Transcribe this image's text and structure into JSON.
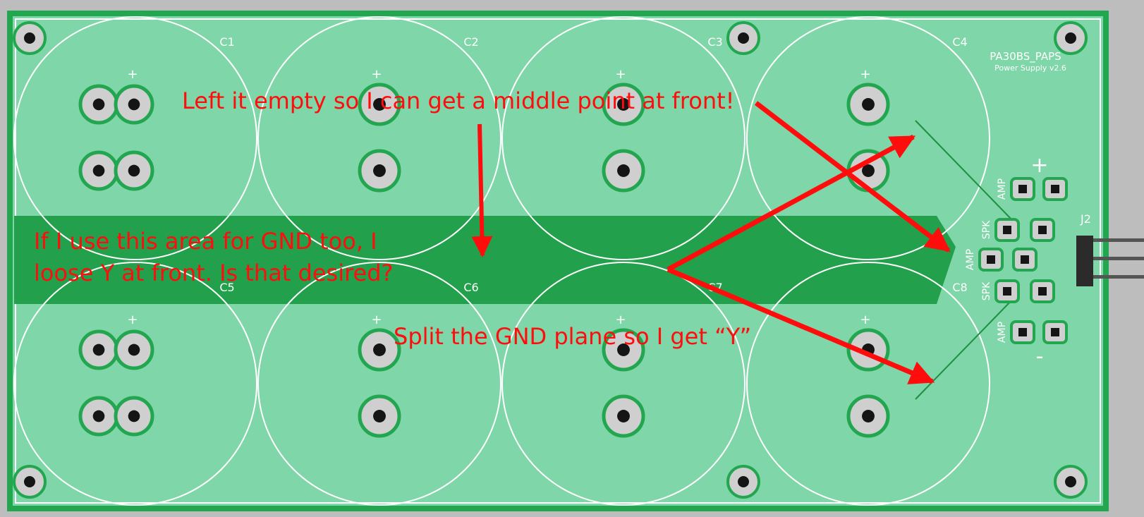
{
  "board": {
    "name": "PA30BS_PAPS",
    "subtitle": "Power Supply v2.6",
    "colors": {
      "background": "#bdbdbd",
      "board": "#7fd6a8",
      "board_border": "#23a650",
      "copper_plane": "#22a04b",
      "pad": "#cfcfcf",
      "pad_ring": "#23a650",
      "silkscreen": "#ffffff",
      "annotation": "#ff0d0d",
      "connector_body": "#2b2b2b",
      "connector_pin": "#555555"
    }
  },
  "capacitors": [
    {
      "ref": "C1",
      "polarity": "+"
    },
    {
      "ref": "C2",
      "polarity": "+"
    },
    {
      "ref": "C3",
      "polarity": "+"
    },
    {
      "ref": "C4",
      "polarity": "+"
    },
    {
      "ref": "C5",
      "polarity": "+"
    },
    {
      "ref": "C6",
      "polarity": "+"
    },
    {
      "ref": "C7",
      "polarity": "+"
    },
    {
      "ref": "C8",
      "polarity": "+"
    }
  ],
  "terminals": {
    "labels": [
      "AMP",
      "SPK",
      "AMP",
      "SPK",
      "AMP"
    ],
    "plus_sign": "+",
    "minus_sign": "-"
  },
  "connector": {
    "ref": "J2"
  },
  "annotations": [
    {
      "text": "Left it empty so I can get a middle point at front!"
    },
    {
      "text": "If I use this area for GND too, I"
    },
    {
      "text": "loose Y at front. Is that desired?"
    },
    {
      "text": "Split the GND plane so I get “Y”"
    }
  ]
}
